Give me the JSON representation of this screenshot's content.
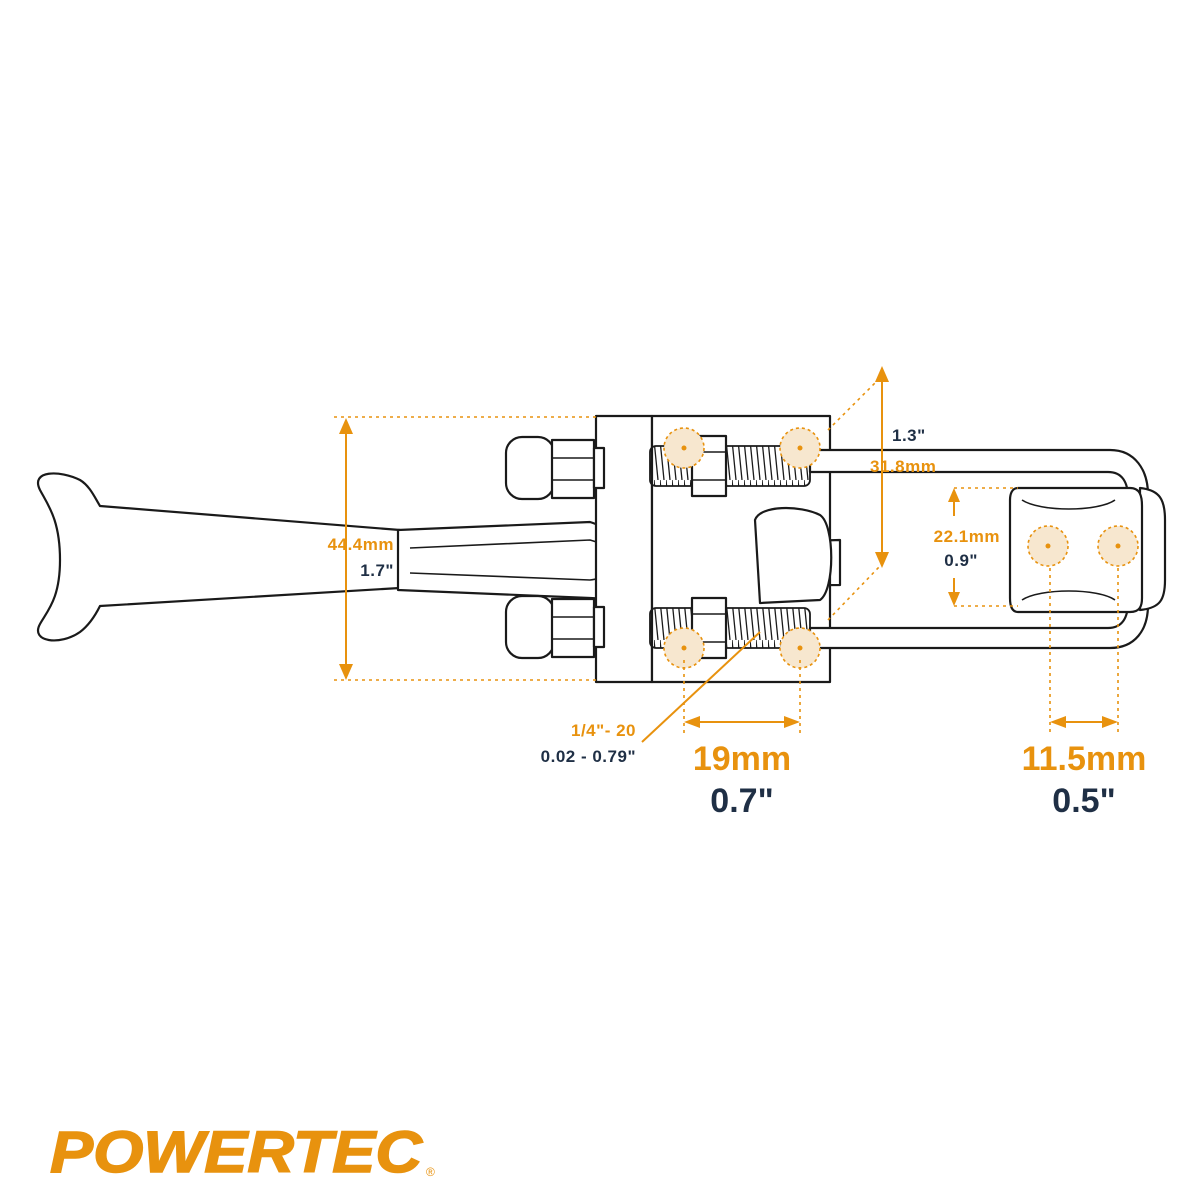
{
  "brand": {
    "logo_text": "POWERTEC",
    "registered_mark": "®",
    "colors": {
      "accent": "#e8920e",
      "text_dark": "#1f2f45",
      "line": "#1a1a1a"
    }
  },
  "dimensions": {
    "height_overall": {
      "mm": "44.4mm",
      "inch": "1.7\""
    },
    "hook_reach": {
      "inch": "1.3\"",
      "mm": "31.8mm"
    },
    "hook_width": {
      "mm": "22.1mm",
      "inch": "0.9\""
    },
    "thread": {
      "size": "1/4\"- 20",
      "range": "0.02 - 0.79\""
    },
    "base_hole_spacing": {
      "mm": "19mm",
      "inch": "0.7\""
    },
    "latch_hole_spacing": {
      "mm": "11.5mm",
      "inch": "0.5\""
    }
  }
}
